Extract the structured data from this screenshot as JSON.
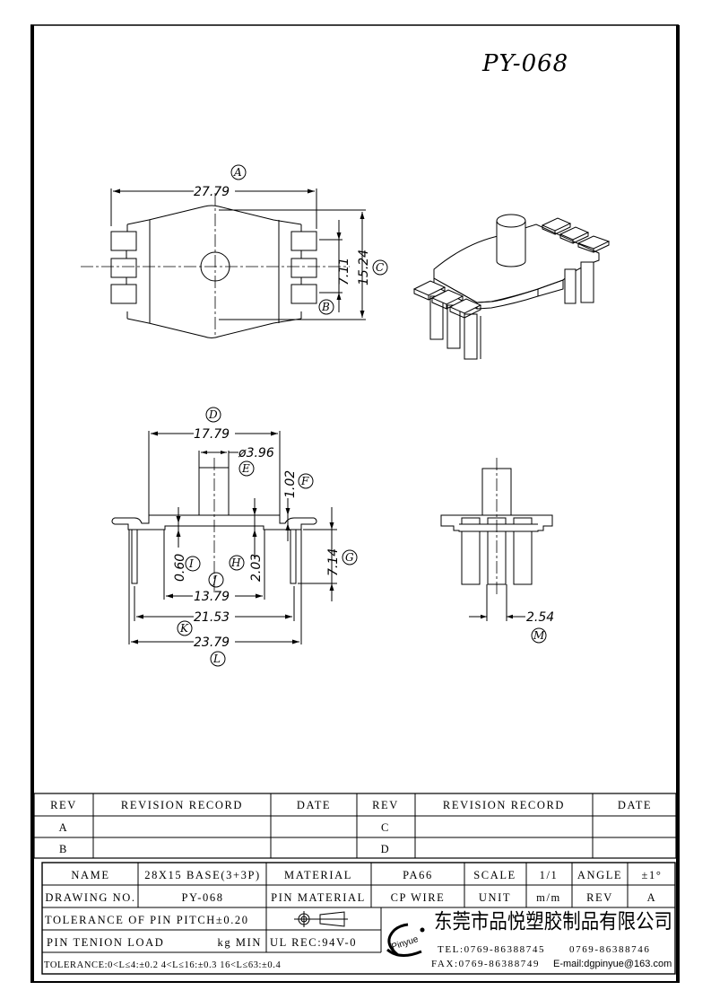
{
  "drawing_title": "PY-068",
  "views": {
    "top": {
      "dims": [
        {
          "tag": "A",
          "value": "27.79"
        },
        {
          "tag": "B",
          "value": "7.11"
        },
        {
          "tag": "C",
          "value": "15.24"
        }
      ]
    },
    "front": {
      "dims": [
        {
          "tag": "D",
          "value": "17.79"
        },
        {
          "tag": "E",
          "value": "ø3.96"
        },
        {
          "tag": "F",
          "value": "1.02"
        },
        {
          "tag": "G",
          "value": "7.14"
        },
        {
          "tag": "H",
          "value": "2.03"
        },
        {
          "tag": "I",
          "value": "0.60"
        },
        {
          "tag": "J",
          "value": "13.79"
        },
        {
          "tag": "K",
          "value": "21.53"
        },
        {
          "tag": "L",
          "value": "23.79"
        }
      ]
    },
    "side": {
      "dims": [
        {
          "tag": "M",
          "value": "2.54"
        }
      ]
    }
  },
  "revision_table": {
    "headers": [
      "REV",
      "REVISION RECORD",
      "DATE",
      "REV",
      "REVISION RECORD",
      "DATE"
    ],
    "rows": [
      [
        "A",
        "",
        "",
        "C",
        "",
        ""
      ],
      [
        "B",
        "",
        "",
        "D",
        "",
        ""
      ]
    ]
  },
  "title_block": {
    "name_label": "NAME",
    "name_value": "28X15 BASE(3+3P)",
    "material_label": "MATERIAL",
    "material_value": "PA66",
    "scale_label": "SCALE",
    "scale_value": "1/1",
    "angle_label": "ANGLE",
    "angle_value": "±1°",
    "drawing_no_label": "DRAWING NO.",
    "drawing_no_value": "PY-068",
    "pin_material_label": "PIN MATERIAL",
    "pin_material_value": "CP WIRE",
    "unit_label": "UNIT",
    "unit_value": "m/m",
    "rev_label": "REV",
    "rev_value": "A",
    "pin_pitch_tolerance": "TOLERANCE OF PIN PITCH±0.20",
    "pin_tension_label": "PIN TENION LOAD",
    "pin_tension_unit": "kg MIN",
    "ul_rec": "UL REC:94V-0",
    "general_tolerance": "TOLERANCE:0<L≤4:±0.2  4<L≤16:±0.3  16<L≤63:±0.4",
    "projection_symbol": "first-angle-projection-icon"
  },
  "company": {
    "logo_text": "Pinyue",
    "name_cn": "东莞市品悦塑胶制品有限公司",
    "tel": "TEL:0769-86388745",
    "tel2": "0769-86388746",
    "fax": "FAX:0769-86388749",
    "email": "E-mail:dgpinyue@163.com"
  }
}
